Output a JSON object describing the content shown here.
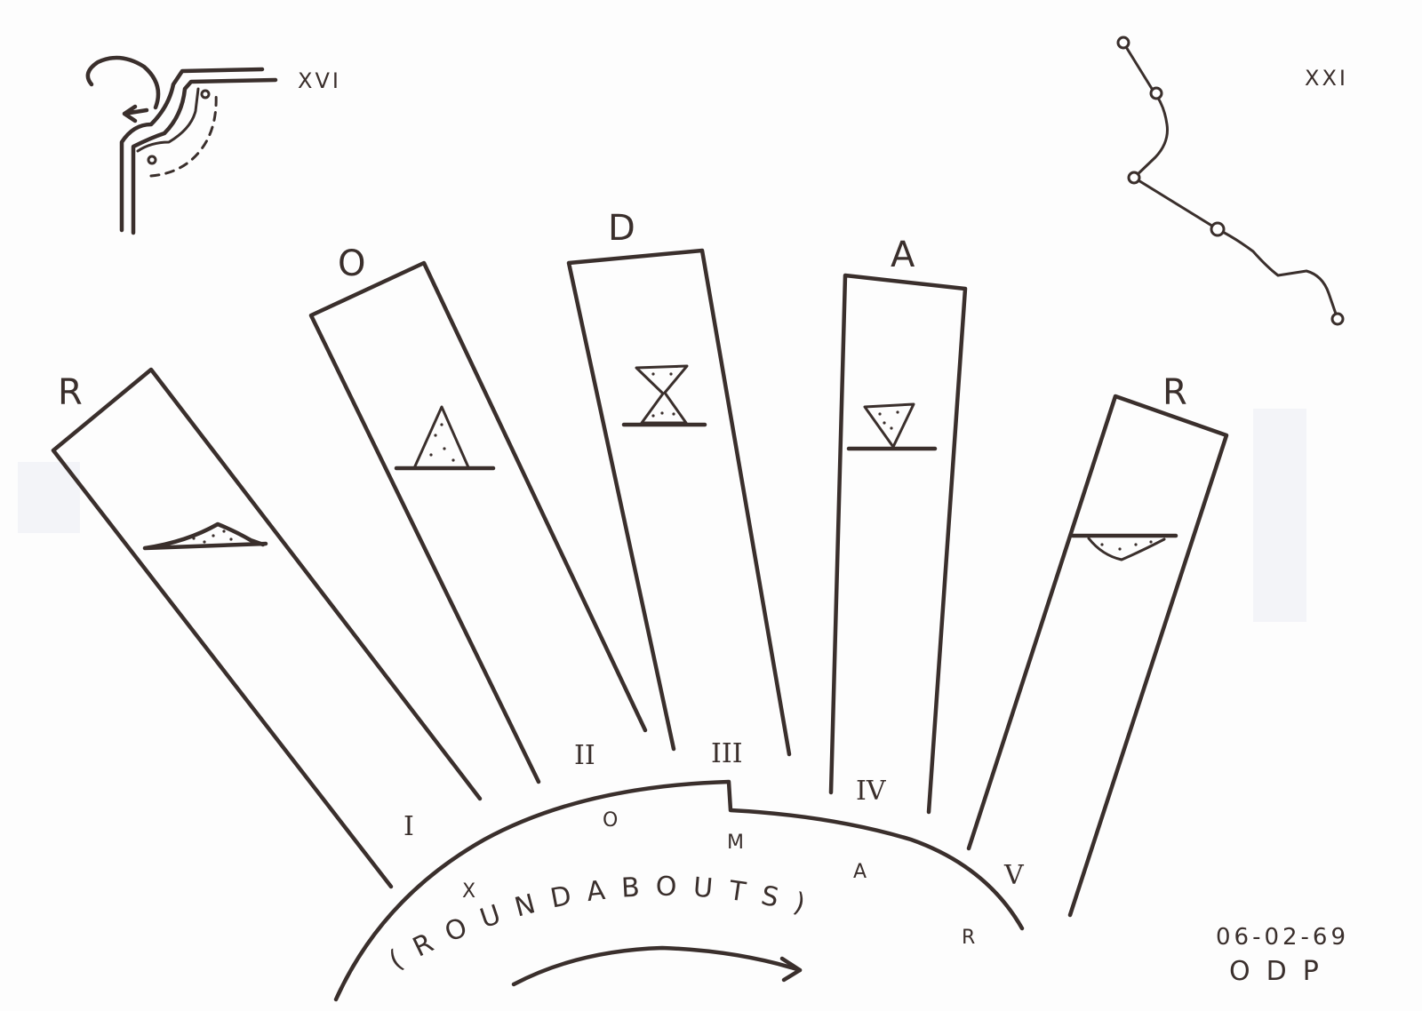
{
  "corner_labels": {
    "top_left": "XVI",
    "top_right": "XXI"
  },
  "columns": [
    {
      "letter": "R",
      "numeral": "I"
    },
    {
      "letter": "O",
      "numeral": "II"
    },
    {
      "letter": "D",
      "numeral": "III"
    },
    {
      "letter": "A",
      "numeral": "IV"
    },
    {
      "letter": "R",
      "numeral": "V"
    }
  ],
  "arc_letters": [
    "X",
    "O",
    "M",
    "A",
    "R"
  ],
  "arc_caption": "(ROUNDABOUTS)",
  "signature": {
    "date": "06-02-69",
    "initials": "ODP"
  }
}
